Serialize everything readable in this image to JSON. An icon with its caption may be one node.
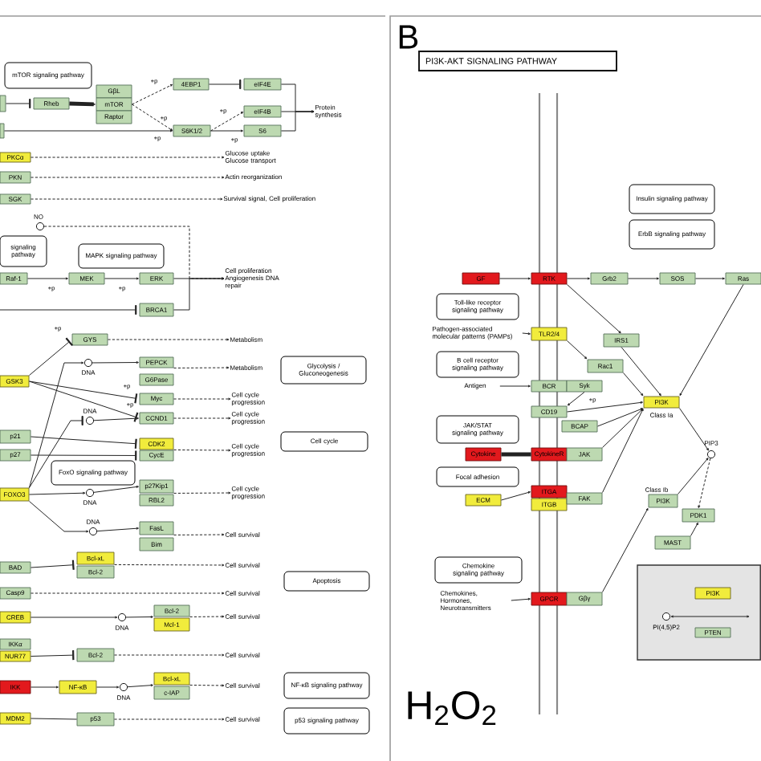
{
  "diagram": {
    "nodes": [
      {
        "text": [
          "mTOR signaling pathway"
        ]
      },
      {
        "text": [
          "Rheb"
        ]
      },
      {
        "text": [
          "GβL"
        ]
      },
      {
        "text": [
          "mTOR"
        ]
      },
      {
        "text": [
          "Raptor"
        ]
      },
      {
        "text": [
          "4EBP1"
        ]
      },
      {
        "text": [
          "eIF4E"
        ]
      },
      {
        "text": [
          "eIF4B"
        ]
      },
      {
        "text": [
          "S6K1/2"
        ]
      },
      {
        "text": [
          "S6"
        ]
      },
      {
        "text": [
          "Protein synthesis"
        ]
      },
      {
        "text": [
          "PKCα"
        ]
      },
      {
        "text": [
          "PKN"
        ]
      },
      {
        "text": [
          "SGK"
        ]
      },
      {
        "text": [
          "Glucose uptake Glucose transport"
        ]
      },
      {
        "text": [
          "Actin reorganization"
        ]
      },
      {
        "text": [
          "Survival signal, Cell proliferation"
        ]
      },
      {
        "text": [],
        "shape": "circle",
        "beside": [
          "NO"
        ]
      },
      {
        "text": [
          "signaling pathway"
        ]
      },
      {
        "text": [
          "MAPK signaling pathway"
        ]
      },
      {
        "text": [
          "Raf-1"
        ]
      },
      {
        "text": [
          "MEK"
        ]
      },
      {
        "text": [
          "ERK"
        ]
      },
      {
        "text": [
          "Cell proliferation Angiogenesis DNA repair"
        ]
      },
      {
        "text": [
          "BRCA1"
        ]
      },
      {
        "text": [
          "GYS"
        ]
      },
      {
        "text": [
          "Metabolism"
        ]
      },
      {
        "text": [
          "GSK3"
        ]
      },
      {
        "text": [
          "PEPCK"
        ]
      },
      {
        "text": [
          "G6Pase"
        ]
      },
      {
        "text": [
          "Metabolism"
        ]
      },
      {
        "text": [
          "Glycolysis / Gluconeogenesis"
        ]
      },
      {
        "text": [],
        "shape": "circle",
        "beside": [
          "DNA"
        ]
      },
      {
        "text": [
          "Myc"
        ]
      },
      {
        "text": [
          "Cell cycle progression"
        ]
      },
      {
        "text": [],
        "shape": "circle",
        "beside": [
          "DNA"
        ]
      },
      {
        "text": [
          "CCND1"
        ]
      },
      {
        "text": [
          "Cell cycle progression"
        ]
      },
      {
        "text": [
          "p21"
        ]
      },
      {
        "text": [
          "p27"
        ]
      },
      {
        "text": [
          "CDK2"
        ]
      },
      {
        "text": [
          "CycE"
        ]
      },
      {
        "text": [
          "Cell cycle progression"
        ]
      },
      {
        "text": [
          "Cell cycle"
        ]
      },
      {
        "text": [
          "FoxO signaling pathway"
        ]
      },
      {
        "text": [
          "FOXO3"
        ]
      },
      {
        "text": [],
        "shape": "circle",
        "beside": [
          "DNA"
        ]
      },
      {
        "text": [
          "p27Kip1"
        ]
      },
      {
        "text": [
          "RBL2"
        ]
      },
      {
        "text": [
          "Cell cycle progression"
        ]
      },
      {
        "text": [],
        "shape": "circle",
        "beside": [
          "DNA"
        ]
      },
      {
        "text": [
          "FasL"
        ]
      },
      {
        "text": [
          "Bim"
        ]
      },
      {
        "text": [
          "Cell survival"
        ]
      },
      {
        "text": [
          "BAD"
        ]
      },
      {
        "text": [
          "Bcl-xL"
        ]
      },
      {
        "text": [
          "Bcl-2"
        ]
      },
      {
        "text": [
          "Cell survival"
        ]
      },
      {
        "text": [
          "Apoptosis"
        ]
      },
      {
        "text": [
          "Casp9"
        ]
      },
      {
        "text": [
          "Cell survival"
        ]
      },
      {
        "text": [
          "CREB"
        ]
      },
      {
        "text": [],
        "shape": "circle",
        "beside": [
          "DNA"
        ]
      },
      {
        "text": [
          "Bcl-2"
        ]
      },
      {
        "text": [
          "Mcl-1"
        ]
      },
      {
        "text": [
          "Cell survival"
        ]
      },
      {
        "text": [
          "IKKα"
        ]
      },
      {
        "text": [
          "NUR77"
        ]
      },
      {
        "text": [
          "Bcl-2"
        ]
      },
      {
        "text": [
          "Cell survival"
        ]
      },
      {
        "text": [
          "IKK"
        ]
      },
      {
        "text": [
          "NF-κB"
        ]
      },
      {
        "text": [],
        "shape": "circle",
        "beside": [
          "DNA"
        ]
      },
      {
        "text": [
          "Bcl-xL"
        ]
      },
      {
        "text": [
          "c-IAP"
        ]
      },
      {
        "text": [
          "Cell survival"
        ]
      },
      {
        "text": [
          "NF-κB signaling pathway"
        ]
      },
      {
        "text": [
          "MDM2"
        ]
      },
      {
        "text": [
          "p53"
        ]
      },
      {
        "text": [
          "Cell survival"
        ]
      },
      {
        "text": [
          "p53 signaling pathway"
        ]
      },
      {
        "text": [
          "PI3K-AKT SIGNALING PATHWAY"
        ]
      },
      {
        "text": [
          "Insulin signaling pathway"
        ]
      },
      {
        "text": [
          "ErbB signaling pathway"
        ]
      },
      {
        "text": [
          "GF"
        ]
      },
      {
        "text": [
          "RTK"
        ]
      },
      {
        "text": [
          "Grb2"
        ]
      },
      {
        "text": [
          "SOS"
        ]
      },
      {
        "text": [
          "Ras"
        ]
      },
      {
        "text": [
          "Toll-like receptor signaling pathway"
        ]
      },
      {
        "text": [
          "Pathogen-associated molecular patterns (PAMPs)"
        ]
      },
      {
        "text": [
          "TLR2/4"
        ]
      },
      {
        "text": [
          "IRS1"
        ]
      },
      {
        "text": [
          "B cell receptor signaling pathway"
        ]
      },
      {
        "text": [
          "Rac1"
        ]
      },
      {
        "text": [
          "Antigen"
        ]
      },
      {
        "text": [
          "BCR"
        ]
      },
      {
        "text": [
          "Syk"
        ]
      },
      {
        "text": [
          "PI3K"
        ],
        "beside": [
          "Class Ia"
        ]
      },
      {
        "text": [
          "CD19"
        ]
      },
      {
        "text": [
          "BCAP"
        ]
      },
      {
        "text": [
          "JAK/STAT signaling pathway"
        ]
      },
      {
        "text": [],
        "shape": "circle",
        "beside": [
          "PIP3"
        ]
      },
      {
        "text": [
          "Cytokine"
        ]
      },
      {
        "text": [
          "CytokineR"
        ]
      },
      {
        "text": [
          "JAK"
        ]
      },
      {
        "text": [
          "Focal adhesion"
        ]
      },
      {
        "text": [
          "PI3K"
        ],
        "beside": [
          "Class Ib"
        ]
      },
      {
        "text": [
          "ECM"
        ]
      },
      {
        "text": [
          "ITGA"
        ]
      },
      {
        "text": [
          "ITGB"
        ]
      },
      {
        "text": [
          "FAK"
        ]
      },
      {
        "text": [
          "PDK1"
        ]
      },
      {
        "text": [
          "MAST"
        ]
      },
      {
        "text": [
          "Chemokine signaling pathway"
        ]
      },
      {
        "text": [
          "Chemokines, Hormones, Neurotransmitters"
        ]
      },
      {
        "text": [
          "GPCR"
        ]
      },
      {
        "text": [
          "Gβγ"
        ]
      },
      {
        "text": [],
        "shape": "box"
      },
      {
        "text": [
          "PI3K"
        ],
        "in": 118
      },
      {
        "text": [],
        "shape": "circle",
        "beside": [
          "PI(4,5)P2"
        ],
        "in": 118
      },
      {
        "text": [
          "PTEN"
        ],
        "in": 118
      },
      {
        "text": [],
        "shape": "box"
      },
      {
        "text": [],
        "shape": "box"
      }
    ],
    "edges": [
      {
        "from": 122,
        "to": 1,
        "arrow": "other"
      },
      {
        "from": 1,
        "to": 3,
        "arrow": "to",
        "style": "thick"
      },
      {
        "from": 3,
        "to": 5,
        "arrow": "to",
        "style": "dashed",
        "label": "+p"
      },
      {
        "from": 3,
        "to": 8,
        "arrow": "to",
        "style": "dashed",
        "label": "+p"
      },
      {
        "from": 123,
        "to": 8,
        "arrow": "to",
        "label": "+p"
      },
      {
        "from": 5,
        "to": 6,
        "arrow": "other"
      },
      {
        "from": 8,
        "to": 7,
        "arrow": "to",
        "style": "dashed",
        "label": "+p"
      },
      {
        "from": 8,
        "to": 9,
        "arrow": "to",
        "label": "+p"
      },
      {
        "from": 6,
        "to": 10,
        "arrow": "to"
      },
      {
        "from": 7,
        "to": 10,
        "arrow": "to"
      },
      {
        "from": 9,
        "to": 10,
        "arrow": "to"
      },
      {
        "from": 11,
        "to": 14,
        "arrow": "to",
        "style": "dashed"
      },
      {
        "from": 12,
        "to": 15,
        "arrow": "to",
        "style": "dashed"
      },
      {
        "from": 13,
        "to": 16,
        "arrow": "to",
        "style": "dashed"
      },
      {
        "from": 17,
        "to": 23,
        "arrow": "to",
        "style": "dashed"
      },
      {
        "from": 20,
        "to": 21,
        "arrow": "to",
        "label": "+p"
      },
      {
        "from": 21,
        "to": 22,
        "arrow": "to",
        "label": "+p"
      },
      {
        "from": 22,
        "to": 23,
        "arrow": "to"
      },
      {
        "from": 24,
        "to": 23,
        "arrow": "to"
      },
      {
        "from": null,
        "to": 24,
        "arrow": "other"
      },
      {
        "from": 27,
        "to": 25,
        "arrow": "other",
        "label": "+p"
      },
      {
        "from": 25,
        "to": 26,
        "arrow": "to",
        "style": "dashed"
      },
      {
        "from": 27,
        "to": 33,
        "arrow": "other",
        "label": "+p"
      },
      {
        "from": 27,
        "to": 36,
        "arrow": "other",
        "label": "+p"
      },
      {
        "from": 45,
        "to": 32,
        "arrow": "to"
      },
      {
        "from": 32,
        "to": 28,
        "arrow": "to"
      },
      {
        "from": 28,
        "to": 30,
        "arrow": "to",
        "style": "dashed"
      },
      {
        "from": 33,
        "to": 34,
        "arrow": "to",
        "style": "dashed"
      },
      {
        "from": 45,
        "to": 35,
        "arrow": "other"
      },
      {
        "from": 35,
        "to": 36,
        "arrow": "to"
      },
      {
        "from": 36,
        "to": 37,
        "arrow": "to",
        "style": "dashed"
      },
      {
        "from": 38,
        "to": 40,
        "arrow": "other"
      },
      {
        "from": 39,
        "to": 41,
        "arrow": "other"
      },
      {
        "from": 40,
        "to": 42,
        "arrow": "to",
        "style": "dashed"
      },
      {
        "from": 45,
        "to": 46,
        "arrow": "to"
      },
      {
        "from": 46,
        "to": 47,
        "arrow": "to"
      },
      {
        "from": 47,
        "to": 49,
        "arrow": "to",
        "style": "dashed"
      },
      {
        "from": 45,
        "to": 50,
        "arrow": "to"
      },
      {
        "from": 50,
        "to": 51,
        "arrow": "to"
      },
      {
        "from": 51,
        "to": 53,
        "arrow": "to",
        "style": "dashed"
      },
      {
        "from": 54,
        "to": 55,
        "arrow": "other"
      },
      {
        "from": 55,
        "to": 57,
        "arrow": "to",
        "style": "dashed"
      },
      {
        "from": 59,
        "to": 60,
        "arrow": "to",
        "style": "dashed"
      },
      {
        "from": 61,
        "to": 62,
        "arrow": "to"
      },
      {
        "from": 62,
        "to": 63,
        "arrow": "to"
      },
      {
        "from": 63,
        "to": 65,
        "arrow": "to",
        "style": "dashed"
      },
      {
        "from": 67,
        "to": 68,
        "arrow": "other"
      },
      {
        "from": 68,
        "to": 69,
        "arrow": "to",
        "style": "dashed"
      },
      {
        "from": 70,
        "to": 71,
        "arrow": "to"
      },
      {
        "from": 71,
        "to": 72,
        "arrow": "to"
      },
      {
        "from": 72,
        "to": 73,
        "arrow": "to"
      },
      {
        "from": 73,
        "to": 75,
        "arrow": "to",
        "style": "dashed"
      },
      {
        "from": 77,
        "to": 78,
        "arrow": "none"
      },
      {
        "from": 78,
        "to": 79,
        "arrow": "to",
        "style": "dashed"
      },
      {
        "from": 84,
        "to": 85,
        "arrow": "to"
      },
      {
        "from": 85,
        "to": 86,
        "arrow": "to"
      },
      {
        "from": 86,
        "to": 87,
        "arrow": "to"
      },
      {
        "from": 87,
        "to": 88,
        "arrow": "to"
      },
      {
        "from": 85,
        "to": 92,
        "arrow": "to"
      },
      {
        "from": 88,
        "to": 98,
        "arrow": "to"
      },
      {
        "from": 92,
        "to": 98,
        "arrow": "to"
      },
      {
        "from": 90,
        "to": 91,
        "arrow": "to"
      },
      {
        "from": 91,
        "to": 94,
        "arrow": "to"
      },
      {
        "from": 94,
        "to": 98,
        "arrow": "to"
      },
      {
        "from": 95,
        "to": 96,
        "arrow": "to"
      },
      {
        "from": 97,
        "to": 99,
        "arrow": "to",
        "label": "+p"
      },
      {
        "from": 99,
        "to": 98,
        "arrow": "to"
      },
      {
        "from": 100,
        "to": 98,
        "arrow": "to"
      },
      {
        "from": 103,
        "to": 104,
        "arrow": "none",
        "style": "thick"
      },
      {
        "from": 105,
        "to": 98,
        "arrow": "to"
      },
      {
        "from": 108,
        "to": 109,
        "arrow": "to"
      },
      {
        "from": 111,
        "to": 98,
        "arrow": "to"
      },
      {
        "from": 98,
        "to": 102,
        "arrow": "to"
      },
      {
        "from": 117,
        "to": 107,
        "arrow": "to"
      },
      {
        "from": 107,
        "to": 102,
        "arrow": "to"
      },
      {
        "from": 113,
        "to": 112,
        "arrow": "to"
      },
      {
        "from": 102,
        "to": 112,
        "arrow": "to",
        "style": "dashed"
      },
      {
        "from": 115,
        "to": 116,
        "arrow": "to"
      },
      {
        "from": null,
        "to": 120,
        "arrow": "both"
      }
    ],
    "labels": [
      "B",
      "H$_{2}$O$_{2}$"
    ]
  }
}
